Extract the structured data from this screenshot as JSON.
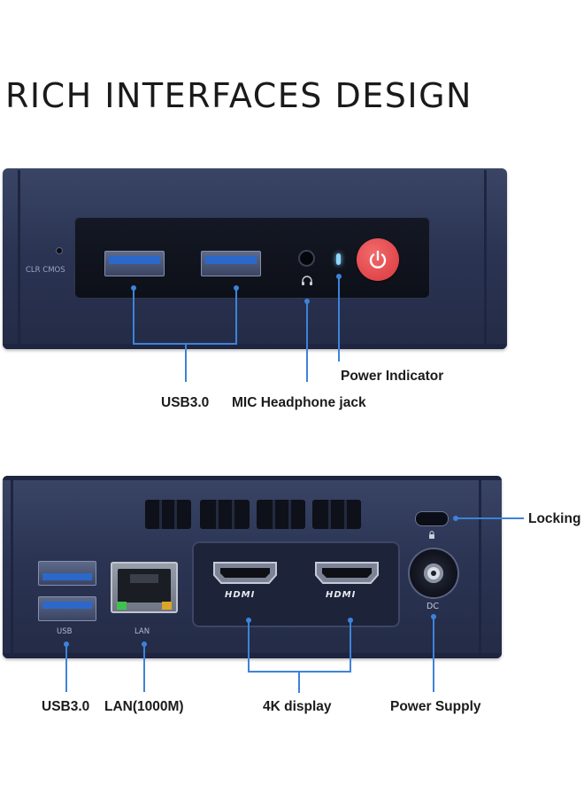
{
  "headline": "RICH INTERFACES DESIGN",
  "front": {
    "clr_cmos": "CLR  CMOS",
    "labels": {
      "usb": "USB3.0",
      "mic": "MIC Headphone jack",
      "power_indicator": "Power Indicator"
    }
  },
  "rear": {
    "port_text": {
      "usb": "USB",
      "lan": "LAN",
      "hdmi1": "HDMI",
      "hdmi2": "HDMI",
      "dc": "DC"
    },
    "labels": {
      "usb": "USB3.0",
      "lan": "LAN(1000M)",
      "display": "4K display",
      "power_supply": "Power Supply",
      "locking": "Locking"
    }
  },
  "colors": {
    "callout": "#3d83d9",
    "chassis": "#2b3453",
    "power_button": "#e5484d",
    "indicator": "#8fd7ff"
  }
}
